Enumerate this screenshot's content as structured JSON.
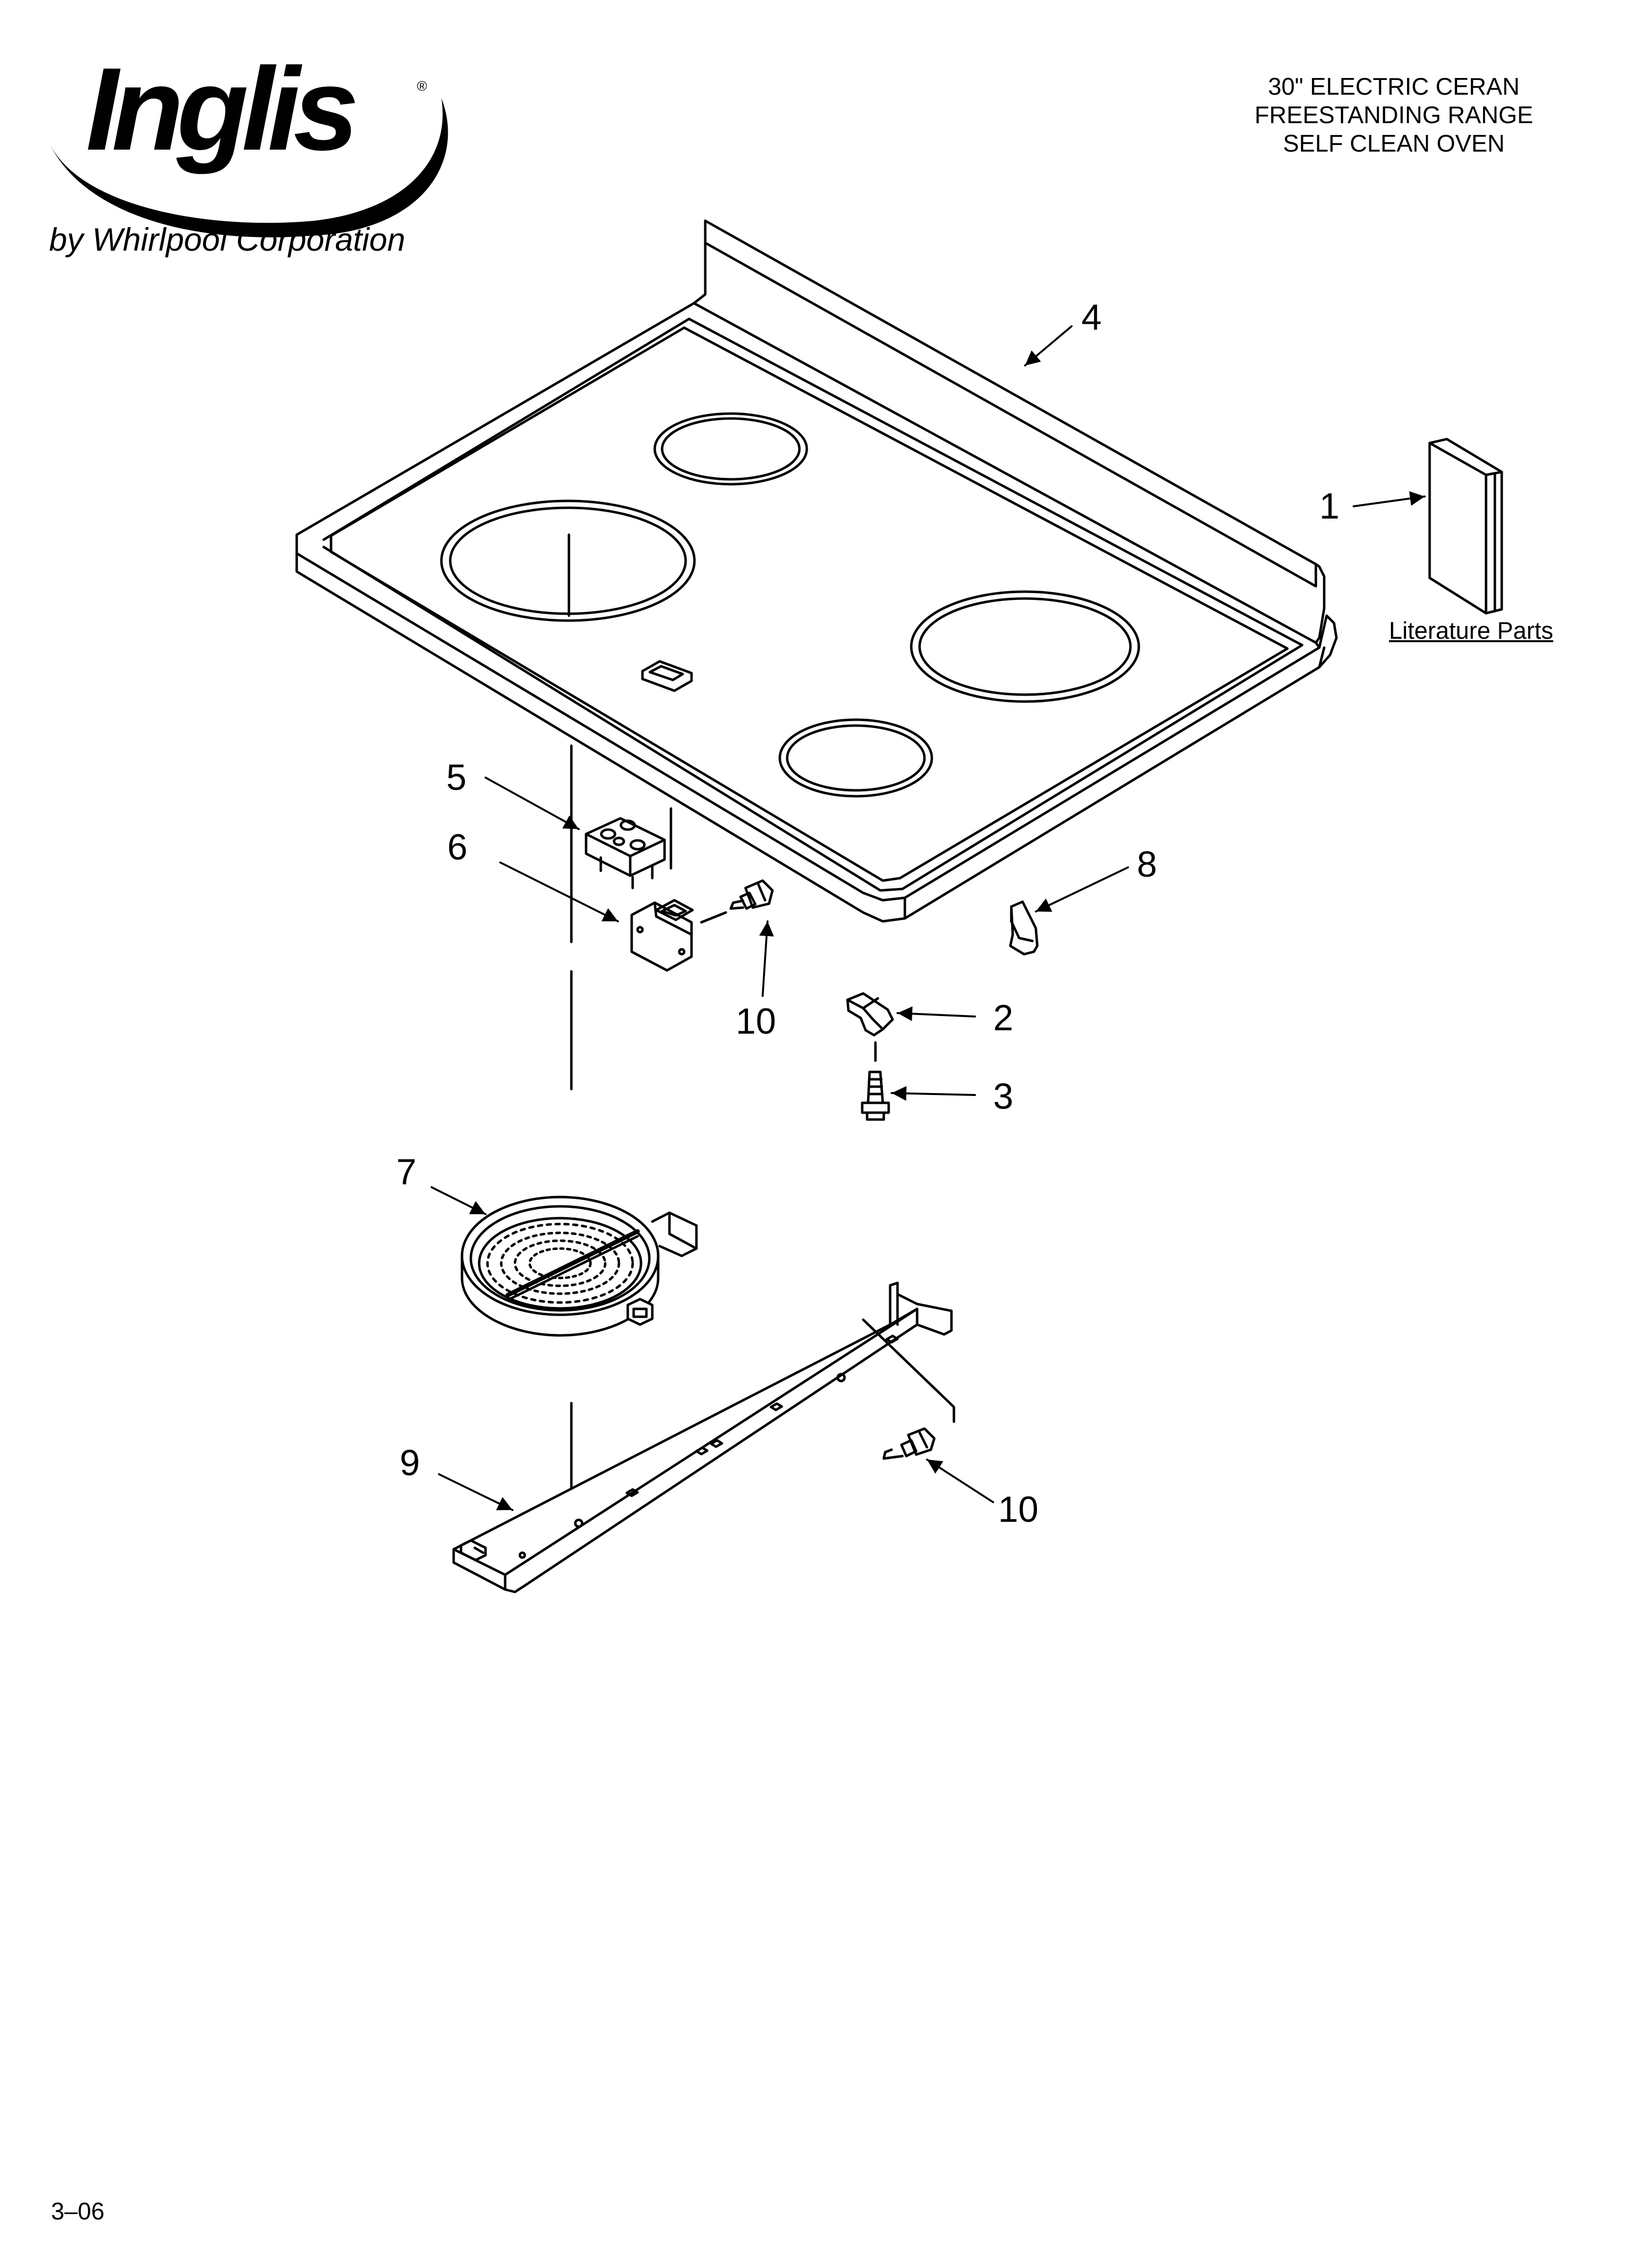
{
  "brand": {
    "logo_text": "Inglis",
    "registered_mark": "®",
    "byline": "by Whirlpool Corporation"
  },
  "header": {
    "lines": [
      "30\" ELECTRIC CERAN",
      "FREESTANDING RANGE",
      "SELF CLEAN OVEN"
    ]
  },
  "callouts": {
    "c1": "1",
    "c2": "2",
    "c3": "3",
    "c4": "4",
    "c5": "5",
    "c6": "6",
    "c7": "7",
    "c8": "8",
    "c9": "9",
    "c10a": "10",
    "c10b": "10"
  },
  "literature_label": "Literature Parts",
  "footer": {
    "page_code": "3–06"
  },
  "colors": {
    "ink": "#000000",
    "paper": "#ffffff"
  }
}
